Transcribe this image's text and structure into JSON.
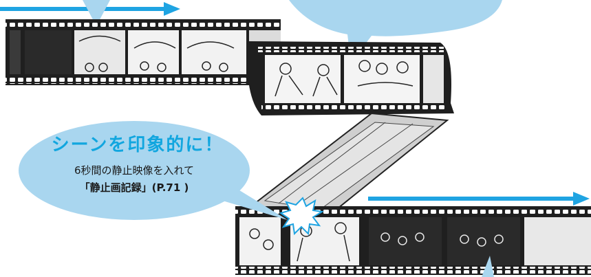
{
  "callout": {
    "title": "シーンを印象的に！",
    "body": "6秒間の静止映像を入れて",
    "reference": "「静止画記録」(P.71 )"
  },
  "colors": {
    "accent_blue": "#1fa4e2",
    "bubble_blue": "#a9d6ef",
    "film_dark": "#2b2b2b",
    "film_light": "#d6d6d6"
  },
  "icons": [
    "arrow-right-icon",
    "speech-bubble-icon",
    "flash-burst-icon",
    "film-strip-icon"
  ]
}
